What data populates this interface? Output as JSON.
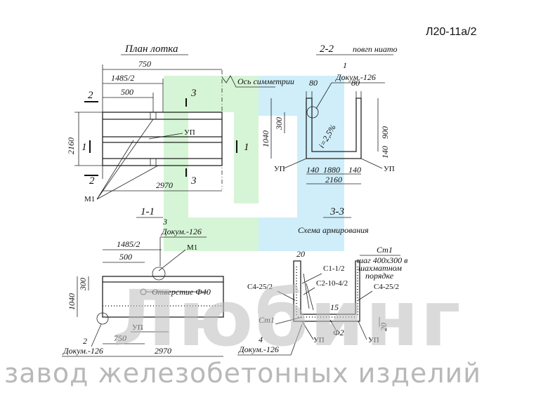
{
  "drawing_code": "Л20-11а/2",
  "plan": {
    "title": "План лотка",
    "dims": [
      "750",
      "1485/2",
      "500",
      "2160",
      "2970"
    ],
    "axis": "Ось симметрии",
    "cuts": [
      "2",
      "2",
      "1",
      "1",
      "3",
      "3"
    ],
    "labels": [
      "УП",
      "М1"
    ]
  },
  "section22": {
    "title": "2-2",
    "subtitle": "повгп ниато",
    "note_num": "1",
    "note_doc": "Докум.-126",
    "dims": [
      "80",
      "80",
      "300",
      "1040",
      "900",
      "140",
      "140",
      "1880",
      "140",
      "2160"
    ],
    "slope": "i=2,5%",
    "labels": [
      "УП",
      "УП"
    ]
  },
  "section11": {
    "title": "1-1",
    "note3_num": "3",
    "note3_doc": "Докум.-126",
    "dims": [
      "1485/2",
      "500",
      "300",
      "1040",
      "750",
      "2970"
    ],
    "labels": [
      "М1",
      "Отверстие Ф40",
      "УП"
    ],
    "note2_num": "2",
    "note2_doc": "Докум.-126"
  },
  "section33": {
    "title": "3-3",
    "subtitle": "Схема армирования",
    "dims": [
      "20",
      "15",
      "20"
    ],
    "labels": [
      "Ст1",
      "шаг 400х300 в",
      "шахматном",
      "порядке",
      "С1-1/2",
      "С2-10-4/2",
      "С4-25/2",
      "С4-25/2",
      "Ст1",
      "Ф2",
      "УП",
      "УП"
    ],
    "note4_num": "4",
    "note4_doc": "Докум.-126"
  },
  "watermark": {
    "brand": "Любинг",
    "tagline": "завод железобетонных изделий"
  },
  "colors": {
    "green_block": "#d6f5d6",
    "blue_block": "#cfeefa"
  }
}
